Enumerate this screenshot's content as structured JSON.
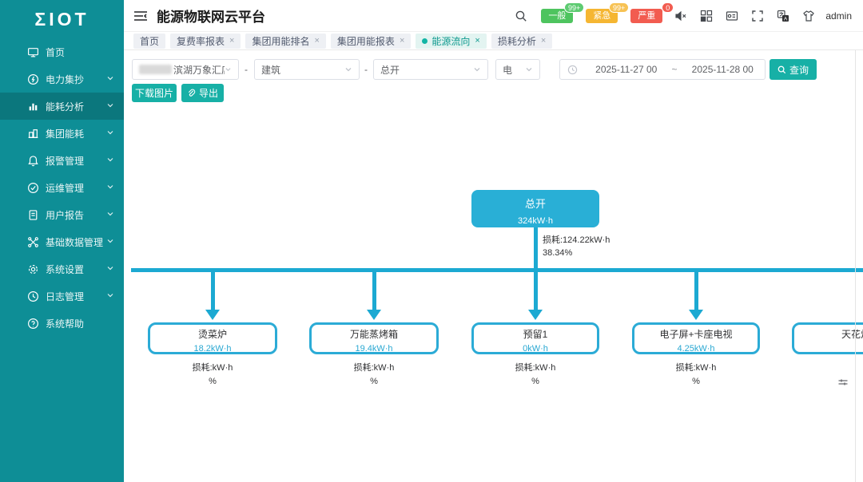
{
  "app": {
    "logo_text": "ΣIOT",
    "title": "能源物联网云平台"
  },
  "header": {
    "user": "admin",
    "alarm_levels": [
      {
        "label": "一般",
        "count": "99+",
        "color": "#4ec45f"
      },
      {
        "label": "紧急",
        "count": "99+",
        "color": "#f5b632"
      },
      {
        "label": "严重",
        "count": "0",
        "color": "#f25c50"
      }
    ]
  },
  "sidebar": {
    "items": [
      {
        "label": "首页",
        "icon": "home-icon",
        "expandable": false
      },
      {
        "label": "电力集抄",
        "icon": "power-meter-icon",
        "expandable": true
      },
      {
        "label": "能耗分析",
        "icon": "energy-analysis-icon",
        "expandable": true,
        "active": true
      },
      {
        "label": "集团能耗",
        "icon": "group-energy-icon",
        "expandable": true
      },
      {
        "label": "报警管理",
        "icon": "alarm-bell-icon",
        "expandable": true
      },
      {
        "label": "运维管理",
        "icon": "operations-icon",
        "expandable": true
      },
      {
        "label": "用户报告",
        "icon": "user-report-icon",
        "expandable": true
      },
      {
        "label": "基础数据管理",
        "icon": "base-data-icon",
        "expandable": true
      },
      {
        "label": "系统设置",
        "icon": "settings-gear-icon",
        "expandable": true
      },
      {
        "label": "日志管理",
        "icon": "log-clock-icon",
        "expandable": true
      },
      {
        "label": "系统帮助",
        "icon": "help-circle-icon",
        "expandable": false
      }
    ]
  },
  "tabs": [
    {
      "label": "首页",
      "closable": false,
      "active": false
    },
    {
      "label": "复费率报表",
      "closable": true,
      "active": false
    },
    {
      "label": "集团用能排名",
      "closable": true,
      "active": false
    },
    {
      "label": "集团用能报表",
      "closable": true,
      "active": false
    },
    {
      "label": "能源流向",
      "closable": true,
      "active": true
    },
    {
      "label": "损耗分析",
      "closable": true,
      "active": false
    }
  ],
  "filters": {
    "store_select": {
      "value": "滨湖万象汇店",
      "redacted_prefix": true
    },
    "sep1": "-",
    "building_select": {
      "value": "建筑"
    },
    "sep2": "-",
    "node_select": {
      "value": "总开"
    },
    "energy_select": {
      "value": "电"
    },
    "date_start": "2025-11-27 00",
    "date_sep": "~",
    "date_end": "2025-11-28 00",
    "search_button": "查询"
  },
  "toolbar": {
    "download_button": "下载图片",
    "export_button": "导出"
  },
  "diagram": {
    "root": {
      "label": "总开",
      "value": "324kW·h",
      "loss": "损耗:124.22kW·h",
      "loss_percent": "38.34%"
    },
    "children": [
      {
        "label": "烫菜炉",
        "value": "18.2kW·h",
        "loss": "损耗:kW·h",
        "loss_percent": "%"
      },
      {
        "label": "万能蒸烤箱",
        "value": "19.4kW·h",
        "loss": "损耗:kW·h",
        "loss_percent": "%"
      },
      {
        "label": "预留1",
        "value": "0kW·h",
        "loss": "损耗:kW·h",
        "loss_percent": "%"
      },
      {
        "label": "电子屏+卡座电视",
        "value": "4.25kW·h",
        "loss": "损耗:kW·h",
        "loss_percent": "%"
      },
      {
        "label": "天花灯",
        "value": ""
      }
    ],
    "colors": {
      "node_fill": "#29afd6",
      "line": "#1ca9d2",
      "leaf_border": "#2babd6",
      "sidebar": "#0e8e96",
      "button_teal": "#17b0a6"
    }
  },
  "icons": {
    "search": "magnifier",
    "mute": "speaker-crossed",
    "apps": "grid-squares",
    "screen": "monitor-widget",
    "fullscreen": "corner-arrows",
    "translate": "language-squares",
    "theme": "t-shirt",
    "collapse": "indent-lines",
    "clock": "clock-face",
    "export": "paperclip",
    "adjust": "sliders"
  }
}
